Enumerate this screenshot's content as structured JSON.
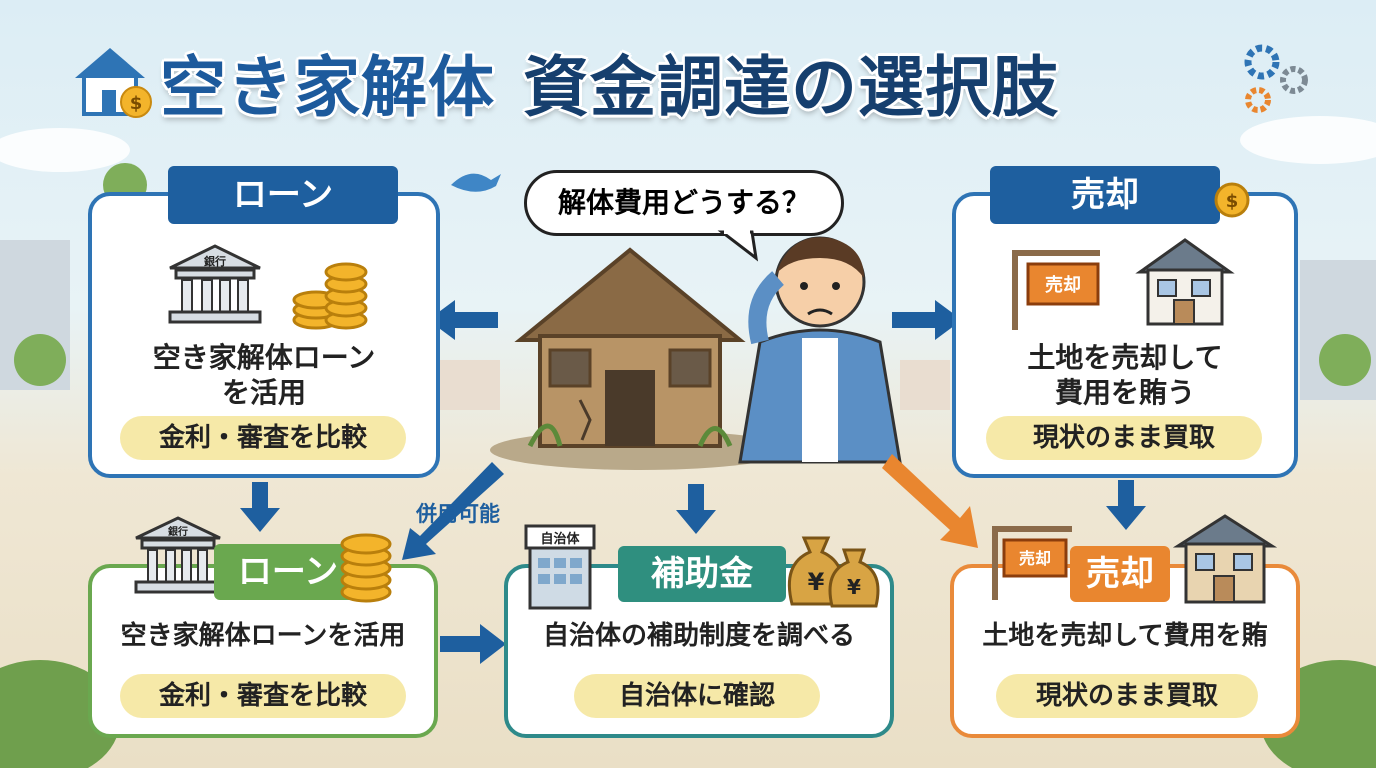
{
  "title": {
    "main": "空き家解体",
    "sub": "資金調達の選択肢"
  },
  "speech_bubble": "解体費用どうする？",
  "combined_note": "併用可能",
  "loan_top": {
    "header": "ローン",
    "bank_sign": "銀行",
    "text_line1": "空き家解体ローン",
    "text_line2": "を活用",
    "pill": "金利・審査を比較"
  },
  "loan_bottom": {
    "header": "ローン",
    "bank_sign": "銀行",
    "text": "空き家解体ローンを活用",
    "pill": "金利・審査を比較"
  },
  "subsidy": {
    "header": "補助金",
    "building_sign": "自治体",
    "text": "自治体の補助制度を調べる",
    "pill": "自治体に確認",
    "bag_symbol": "¥"
  },
  "sale_top": {
    "header": "売却",
    "sign": "売却",
    "text_line1": "土地を売却して",
    "text_line2": "費用を賄う",
    "pill": "現状のまま買取",
    "coin_symbol": "$"
  },
  "sale_bottom": {
    "header": "売却",
    "sign": "売却",
    "text": "土地を売却して費用を賄",
    "pill": "現状のまま買取"
  },
  "title_coin_symbol": "$",
  "colors": {
    "blue": "#2e74b5",
    "dark_blue": "#1e5f9f",
    "green": "#6aa84f",
    "teal": "#2f8f7f",
    "orange": "#e9862f",
    "pill": "#f6e9a8"
  }
}
